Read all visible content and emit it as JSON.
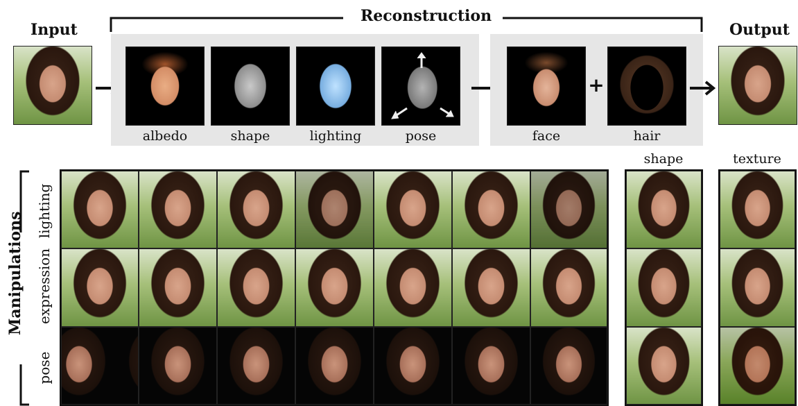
{
  "header": {
    "input_title": "Input",
    "reconstruction_title": "Reconstruction",
    "output_title": "Output"
  },
  "reconstruction": {
    "components": [
      "albedo",
      "shape",
      "lighting",
      "pose"
    ],
    "outputs": [
      "face",
      "hair"
    ],
    "plus": "+"
  },
  "manipulations": {
    "group_title": "Manipulations",
    "rows": [
      "lighting",
      "expression",
      "pose"
    ],
    "side_labels": [
      "shape",
      "texture"
    ]
  }
}
